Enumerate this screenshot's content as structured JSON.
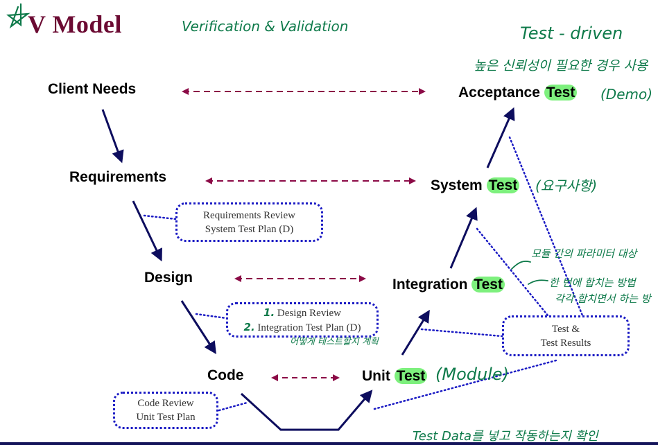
{
  "title": "V Model",
  "title_icon": "pen-star-icon",
  "colors": {
    "title": "#6b0a32",
    "solid_arrow": "#0d0d5e",
    "dashed_arrow": "#8b0a46",
    "dotted_callout": "#1b1bc4",
    "highlight": "#7df07d",
    "handwriting": "#0e7a4a"
  },
  "stages": {
    "left": [
      {
        "id": "client-needs",
        "label": "Client Needs"
      },
      {
        "id": "requirements",
        "label": "Requirements"
      },
      {
        "id": "design",
        "label": "Design"
      },
      {
        "id": "code",
        "label": "Code"
      }
    ],
    "right": [
      {
        "id": "acceptance-test",
        "label_prefix": "Acceptance",
        "label_highlight": "Test"
      },
      {
        "id": "system-test",
        "label_prefix": "System",
        "label_highlight": "Test"
      },
      {
        "id": "integration-test",
        "label_prefix": "Integration",
        "label_highlight": "Test"
      },
      {
        "id": "unit-test",
        "label_prefix": "Unit",
        "label_highlight": "Test"
      }
    ]
  },
  "callouts": {
    "requirements": [
      "Requirements Review",
      "System Test Plan (D)"
    ],
    "design": [
      "Design  Review",
      "Integration Test Plan (D)"
    ],
    "code": [
      "Code  Review",
      "Unit Test Plan"
    ],
    "results": [
      "Test &",
      "Test Results"
    ]
  },
  "handwriting": {
    "subtitle": "Verification & Validation",
    "test_driven": "Test - driven",
    "high_reliability": "높은 신뢰성이 필요한 경우 사용",
    "acceptance_note": "(Demo)",
    "system_note": "(요구사항)",
    "integration_note_1": "모듈 간의 파라미터 대상",
    "integration_note_2": "한 번에 합치는 방법",
    "integration_note_3": "각각 합치면서 하는 방",
    "design_num_1": "1.",
    "design_num_2": "2.",
    "design_plan_note": "어떻게 테스트할지 계획",
    "unit_note": "(Module)",
    "bottom_note": "Test Data를 넣고 작동하는지 확인"
  }
}
